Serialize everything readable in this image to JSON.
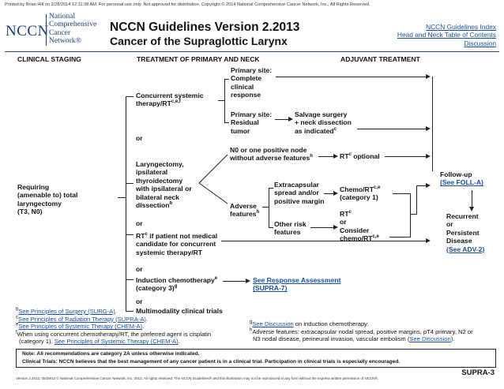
{
  "top_notice": "Printed by Brian Hill on 2/28/2014 12:11:38 AM. For personal use only. Not approved for distribution. Copyright © 2014 National Comprehensive Cancer Network, Inc., All Rights Reserved.",
  "logo": {
    "letters": "NCCN",
    "line1": "National",
    "line2": "Comprehensive",
    "line3": "Cancer",
    "line4": "Network®"
  },
  "header": {
    "title1": "NCCN Guidelines Version 2.2013",
    "title2": "Cancer of the Supraglottic Larynx"
  },
  "nav_links": {
    "index": "NCCN Guidelines Index",
    "toc": "Head and Neck Table of Contents",
    "discussion": "Discussion"
  },
  "columns": {
    "staging": "CLINICAL STAGING",
    "treatment": "TREATMENT OF PRIMARY AND NECK",
    "adjuvant": "ADJUVANT TREATMENT"
  },
  "staging": {
    "l1": "Requiring",
    "l2": "(amenable to) total",
    "l3": "laryngectomy",
    "l4": "(T3, N0)"
  },
  "concurrent": {
    "l1": "Concurrent systemic",
    "l2": "therapy/RT",
    "sup": "c,e,f"
  },
  "complete": {
    "l1": "Primary site:",
    "l2": "Complete",
    "l3": "clinical",
    "l4": "response"
  },
  "residual": {
    "l1": "Primary site:",
    "l2": "Residual",
    "l3": "tumor"
  },
  "salvage": {
    "l1": "Salvage surgery",
    "l2": "+ neck dissection",
    "l3": "as indicated",
    "sup": "c"
  },
  "or_labels": {
    "or1": "or",
    "or2": "or",
    "or3": "or",
    "or4": "or"
  },
  "laryngectomy": {
    "l1": "Laryngectomy,",
    "l2": "ipsilateral",
    "l3": "thyroidectomy",
    "l4": "with ipsilateral or",
    "l5": "bilateral neck",
    "l6": "dissection",
    "sup": "b"
  },
  "n0": {
    "l1": "N0 or one positive node",
    "l2": "without adverse features",
    "sup": "h"
  },
  "rt_optional": {
    "label": "RT",
    "sup": "c",
    "suffix": " optional"
  },
  "adverse": {
    "l1": "Adverse",
    "l2": "features",
    "sup": "h"
  },
  "extracapsular": {
    "l1": "Extracapsular",
    "l2": "spread and/or",
    "l3": "positive margin"
  },
  "chemo_rt": {
    "l1": "Chemo/RT",
    "sup": "c,e",
    "l2": "(category 1)"
  },
  "other_risk": {
    "l1": "Other risk",
    "l2": "features"
  },
  "rt_or_consider": {
    "l1": "RT",
    "sup1": "c",
    "l2": "or",
    "l3": "Consider",
    "l4": "chemo/RT",
    "sup2": "c,e"
  },
  "rt_not_candidate": {
    "l1": "RT",
    "sup": "c",
    "l1_rest": " if patient not medical",
    "l2": "candidate for concurrent",
    "l3": "systemic therapy/RT"
  },
  "induction": {
    "l1": "Induction chemotherapy",
    "sup1": "e",
    "l2": "(category 3)",
    "sup2": "g"
  },
  "response_link": {
    "l1": "See Response Assessment",
    "l2": "(SUPRA-7)"
  },
  "multimodality": "Multimodality clinical trials",
  "followup": {
    "l1": "Follow-up",
    "link": "(See FOLL-A)"
  },
  "recurrent": {
    "l1": "Recurrent",
    "l2": "or",
    "l3": "Persistent",
    "l4": "Disease",
    "link": "(See ADV-2)"
  },
  "footnotes_left": {
    "b_mark": "b",
    "b_link": "See Principles of Surgery (SURG-A)",
    "b_end": ".",
    "c_mark": "c",
    "c_link": "See Principles of Radiation Therapy (SUPRA-A)",
    "c_end": ".",
    "e_mark": "e",
    "e_link": "See Principles of Systemic Therapy (CHEM-A)",
    "e_end": ".",
    "f_mark": "f",
    "f_text": "When using concurrent chemotherapy/RT, the preferred agent is cisplatin",
    "f_text2": "(category 1). ",
    "f_link": "See Principles of Systemic Therapy (CHEM-A)",
    "f_end": "."
  },
  "footnotes_right": {
    "g_mark": "g",
    "g_link": "See Discussion",
    "g_text": " on induction chemotherapy.",
    "h_mark": "h",
    "h_text": "Adverse features: extracapsular nodal spread, positive margins, pT4 primary, N2 or",
    "h_text2": "N3 nodal disease, perineural invasion, vascular embolism (",
    "h_link": "See Discussion",
    "h_end": ")."
  },
  "note": {
    "l1": "Note:  All recommendations are category 2A unless otherwise indicated.",
    "l2": "Clinical Trials: NCCN believes that the best management of any cancer patient is in a clinical trial.  Participation in clinical trials is especially encouraged."
  },
  "footer": {
    "text": "Version 2.2013, 05/29/13 © National Comprehensive Cancer Network, Inc. 2013, All rights reserved. The NCCN Guidelines® and this illustration may not be reproduced in any form without the express written permission of NCCN®.",
    "page": "SUPRA-3"
  },
  "colors": {
    "brand_blue": "#1b3f7c",
    "link_blue": "#1a4fa0"
  }
}
